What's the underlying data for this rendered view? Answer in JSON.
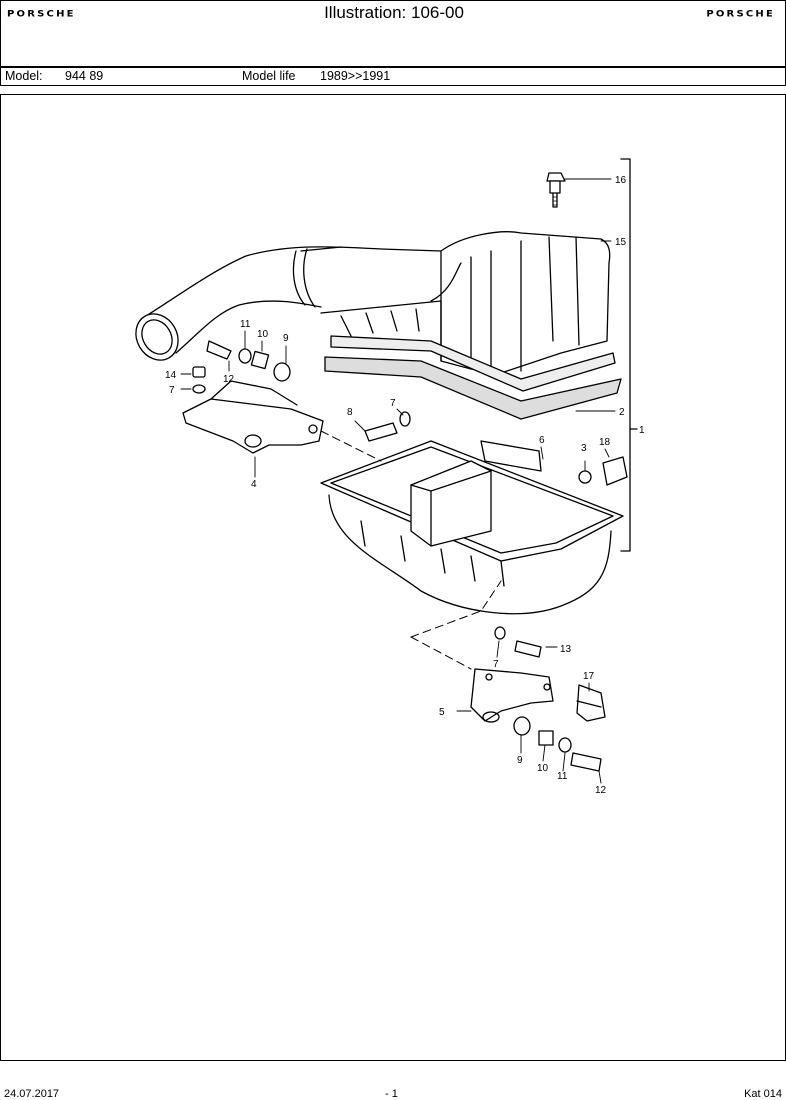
{
  "header": {
    "brand_left": "PORSCHE",
    "title": "Illustration: 106-00",
    "brand_right": "PORSCHE"
  },
  "model_bar": {
    "model_label": "Model:",
    "model_value": "944 89",
    "life_label": "Model life",
    "life_value": "1989>>1991"
  },
  "diagram": {
    "callouts": [
      "16",
      "15",
      "11",
      "10",
      "9",
      "14",
      "12",
      "7",
      "8",
      "7",
      "2",
      "1",
      "6",
      "3",
      "18",
      "4",
      "7",
      "13",
      "17",
      "5",
      "9",
      "10",
      "11",
      "12"
    ]
  },
  "footer": {
    "date": "24.07.2017",
    "page": "- 1",
    "catalog": "Kat 014"
  }
}
